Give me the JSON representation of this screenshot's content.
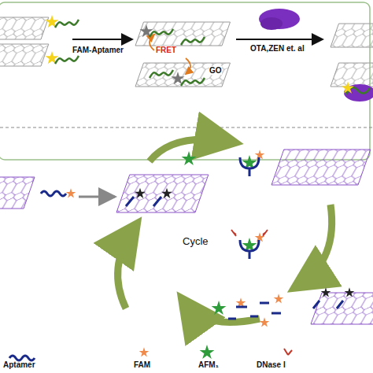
{
  "diagram": {
    "labels": [
      "FAM-Aptamer",
      "FRET",
      "GO",
      "OTA,ZEN et. al",
      "Cycle"
    ],
    "legend": [
      {
        "text": "Aptamer"
      },
      {
        "text": "FAM"
      },
      {
        "text": "AFM₁"
      },
      {
        "text": "DNase I"
      }
    ]
  }
}
